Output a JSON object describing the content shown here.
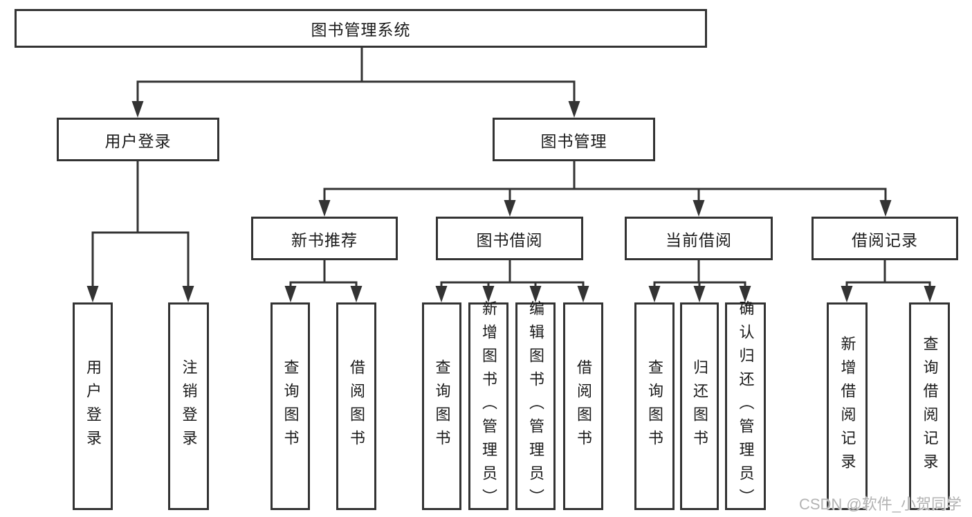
{
  "tree": {
    "root": "图书管理系统",
    "level1": [
      {
        "label": "用户登录",
        "children": [
          "用户登录",
          "注销登录"
        ]
      },
      {
        "label": "图书管理",
        "children": [
          {
            "label": "新书推荐",
            "children": [
              "查询图书",
              "借阅图书"
            ]
          },
          {
            "label": "图书借阅",
            "children": [
              "查询图书",
              "新增图书（管理员）",
              "编辑图书（管理员）",
              "借阅图书"
            ]
          },
          {
            "label": "当前借阅",
            "children": [
              "查询图书",
              "归还图书",
              "确认归还（管理员）"
            ]
          },
          {
            "label": "借阅记录",
            "children": [
              "新增借阅记录",
              "查询借阅记录"
            ]
          }
        ]
      }
    ]
  },
  "colors": {
    "line": "#333333",
    "text": "#1a1a1a",
    "watermark": "#b3b3b3"
  },
  "watermark": "CSDN @软件_小贺同学"
}
